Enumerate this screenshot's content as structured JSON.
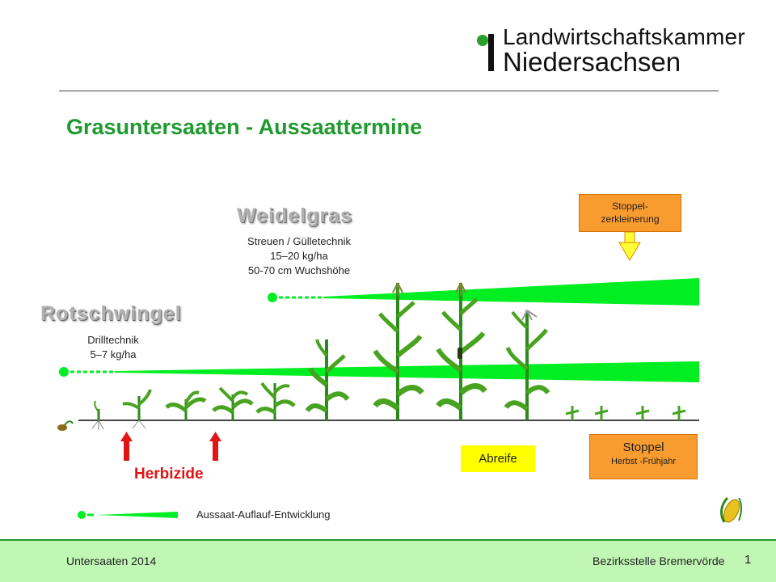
{
  "logo": {
    "line1": "Landwirtschaftskammer",
    "line2": "Niedersachsen"
  },
  "title": "Grasuntersaaten - Aussaattermine",
  "weidelgras": {
    "name": "Weidelgras",
    "method": "Streuen / Gülletechnik",
    "rate": "15–20 kg/ha",
    "height": "50-70 cm Wuchshöhe"
  },
  "rotschwingel": {
    "name": "Rotschwingel",
    "method": "Drilltechnik",
    "rate": "5–7 kg/ha"
  },
  "stoppel_box": {
    "line1": "Stoppel-",
    "line2": "zerkleinerung"
  },
  "herbizide": "Herbizide",
  "abreife": "Abreife",
  "stoppel": {
    "title": "Stoppel",
    "subtitle": "Herbst -Frühjahr"
  },
  "legend": "Aussaat-Auflauf-Entwicklung",
  "footer": {
    "left": "Untersaaten 2014",
    "right": "Bezirksstelle Bremervörde",
    "page": "1"
  },
  "colors": {
    "green_bar": "#00ff33",
    "title_green": "#1f9a2e",
    "herbicide_red": "#e01515",
    "abreife_yellow": "#ffff00",
    "stoppel_orange": "#f99c2f",
    "footer_bg": "#c1f7b5"
  }
}
